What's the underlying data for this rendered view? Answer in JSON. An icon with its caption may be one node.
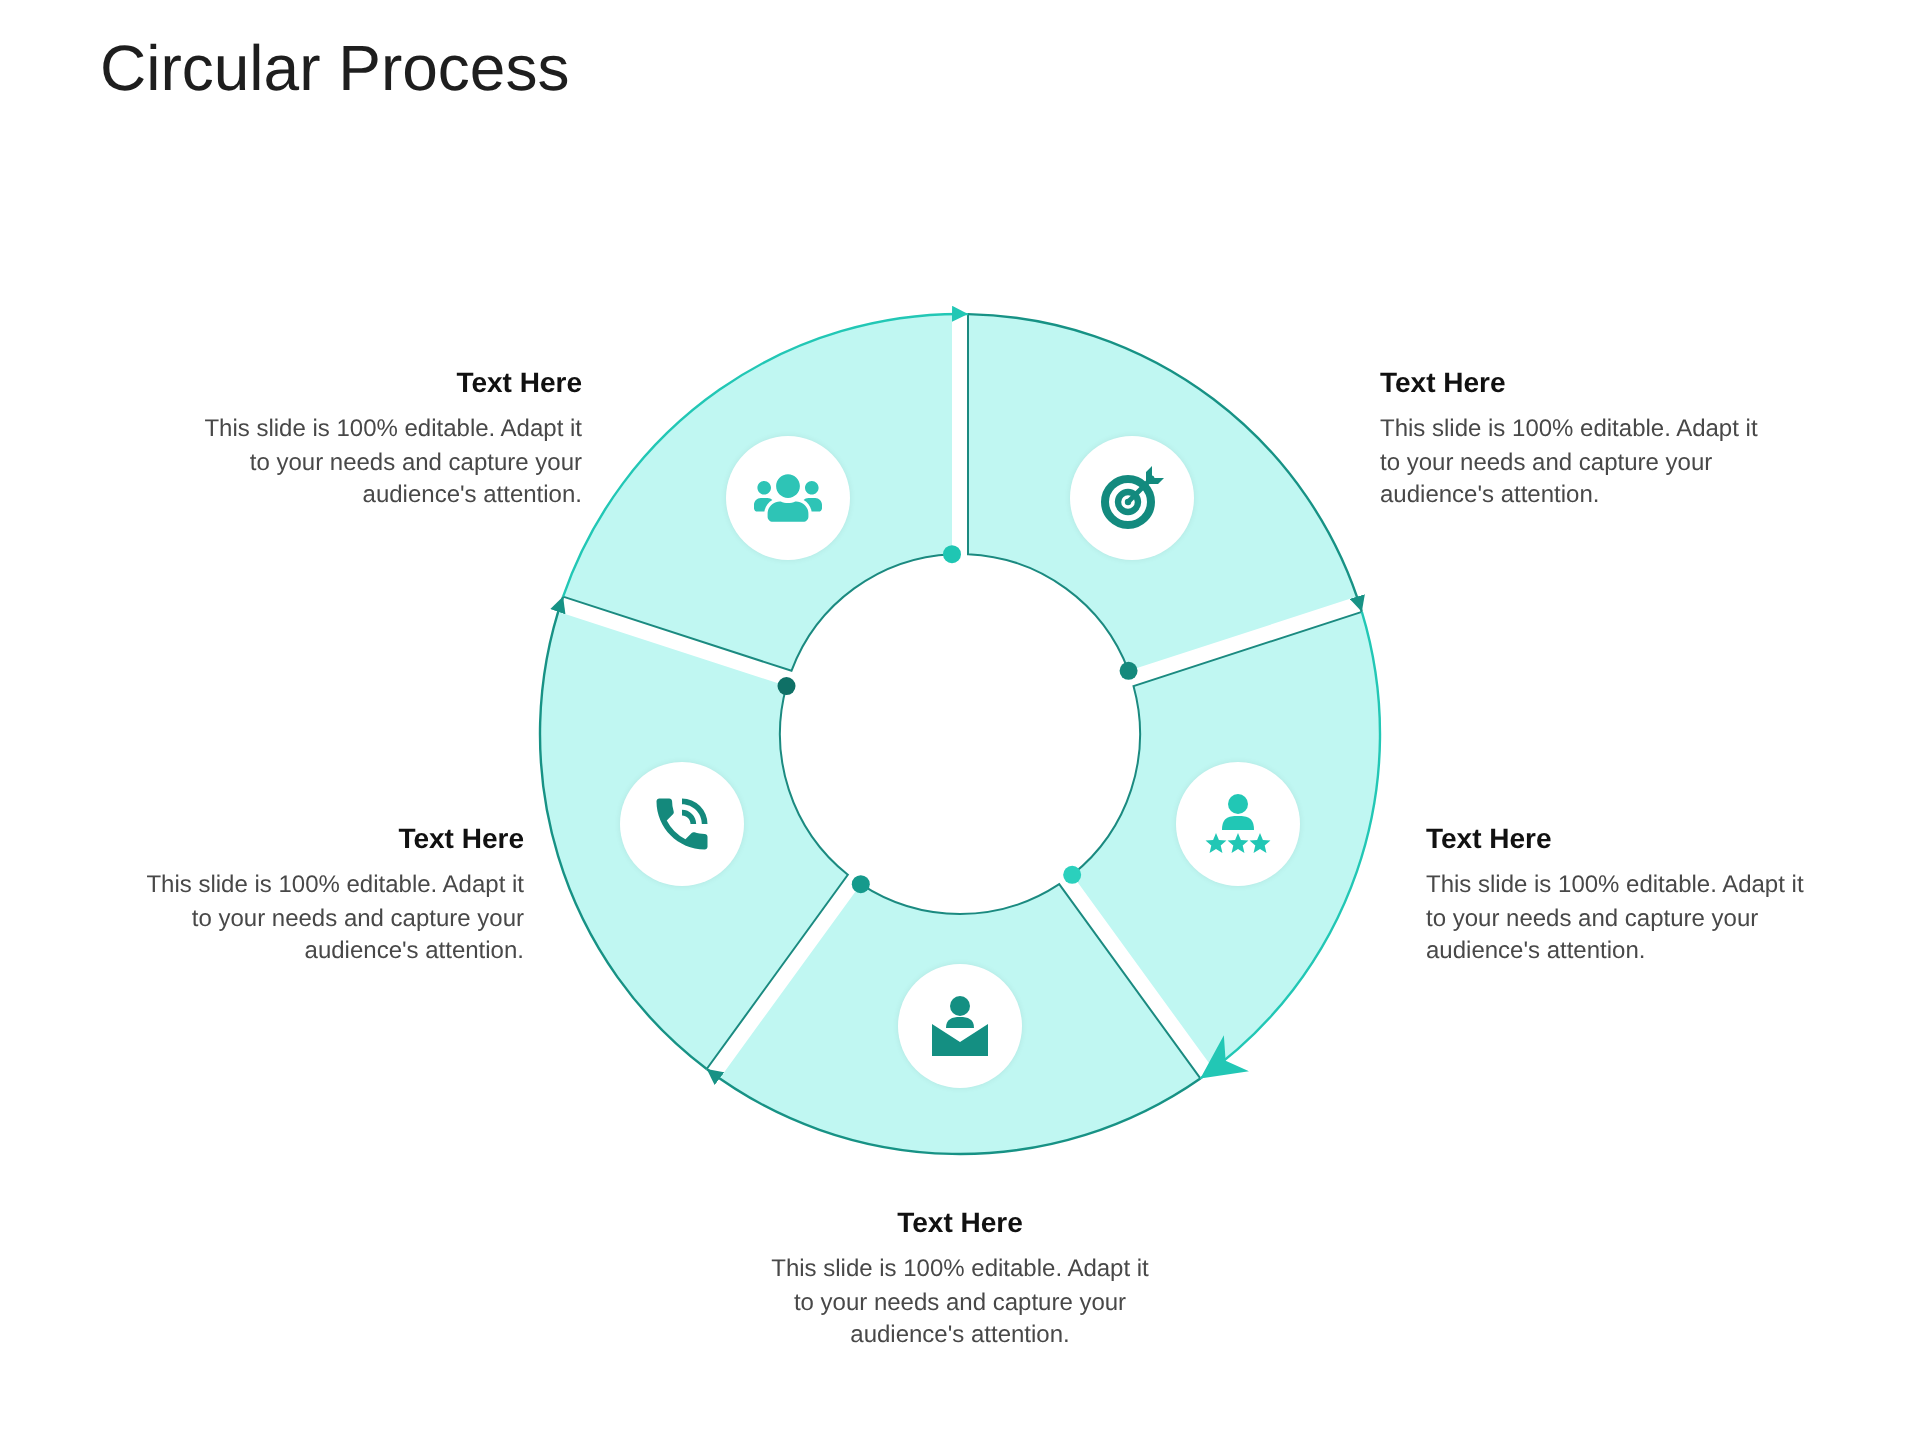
{
  "diagram": {
    "title": "Circular Process",
    "nodes": [
      {
        "text": [],
        "shape": "sector",
        "beside": [
          "Text Here",
          "This slide is 100% editable. Adapt it to your needs and capture your audience's attention."
        ]
      },
      {
        "text": [],
        "shape": "sector",
        "beside": [
          "Text Here",
          "This slide is 100% editable. Adapt it to your needs and capture your audience's attention."
        ]
      },
      {
        "text": [],
        "shape": "sector",
        "beside": [
          "Text Here",
          "This slide is 100% editable. Adapt it to your needs and capture your audience's attention."
        ]
      },
      {
        "text": [],
        "shape": "sector",
        "beside": [
          "Text Here",
          "This slide is 100% editable. Adapt it to your needs and capture your audience's attention."
        ]
      },
      {
        "text": [],
        "shape": "sector",
        "beside": [
          "Text Here",
          "This slide is 100% editable. Adapt it to your needs and capture your audience's attention."
        ]
      }
    ],
    "edges": [
      {
        "from": 0,
        "to": 1,
        "arrow": "to",
        "color": "#22c7b5"
      },
      {
        "from": 1,
        "to": 3,
        "arrow": "to"
      },
      {
        "from": 3,
        "to": 4,
        "arrow": "to",
        "color": "#22c7b5"
      },
      {
        "from": 4,
        "to": 2,
        "arrow": "to"
      },
      {
        "from": 2,
        "to": 0,
        "arrow": "to"
      }
    ]
  }
}
